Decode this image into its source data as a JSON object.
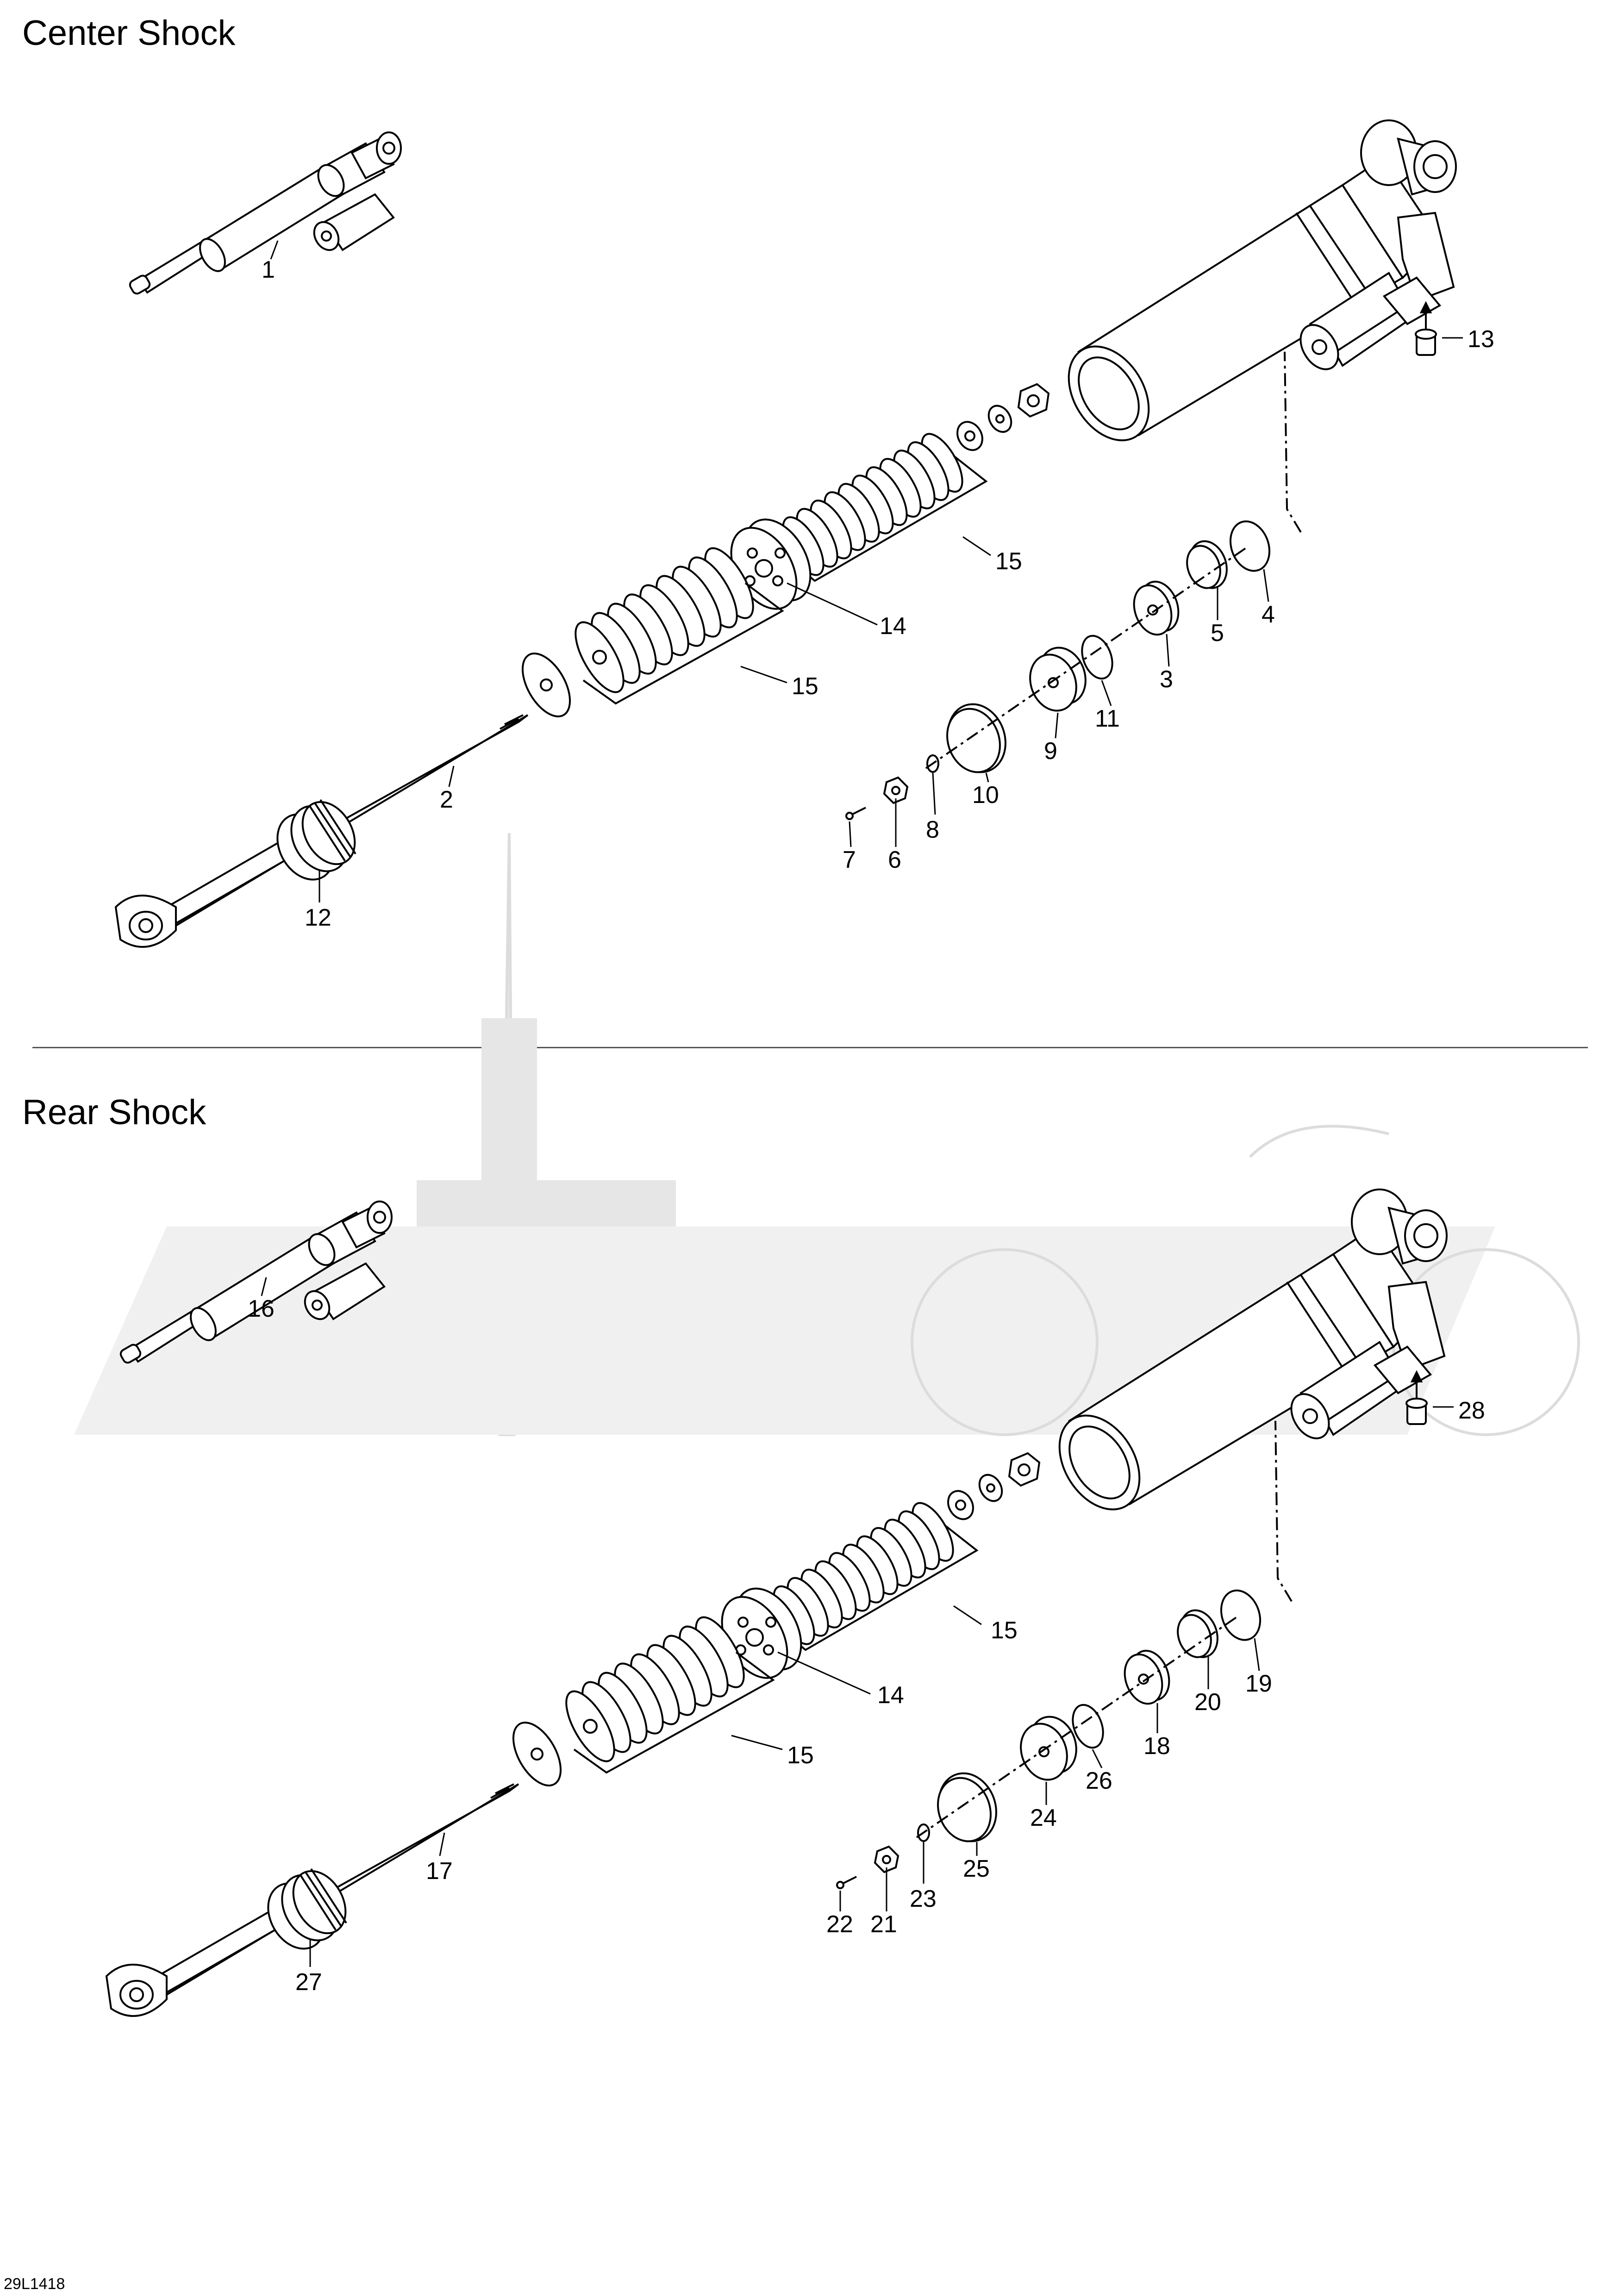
{
  "sections": [
    {
      "title": "Center Shock"
    },
    {
      "title": "Rear Shock"
    }
  ],
  "footer_code": "29L1418",
  "colors": {
    "line": "#000000",
    "divider": "#555555",
    "watermark": "#e2e2e2"
  },
  "center_callouts": [
    "1",
    "13",
    "15",
    "14",
    "15",
    "4",
    "5",
    "3",
    "11",
    "9",
    "10",
    "8",
    "7",
    "6",
    "2",
    "12"
  ],
  "rear_callouts": [
    "16",
    "28",
    "15",
    "14",
    "15",
    "19",
    "20",
    "18",
    "26",
    "24",
    "25",
    "23",
    "22",
    "21",
    "17",
    "27"
  ]
}
